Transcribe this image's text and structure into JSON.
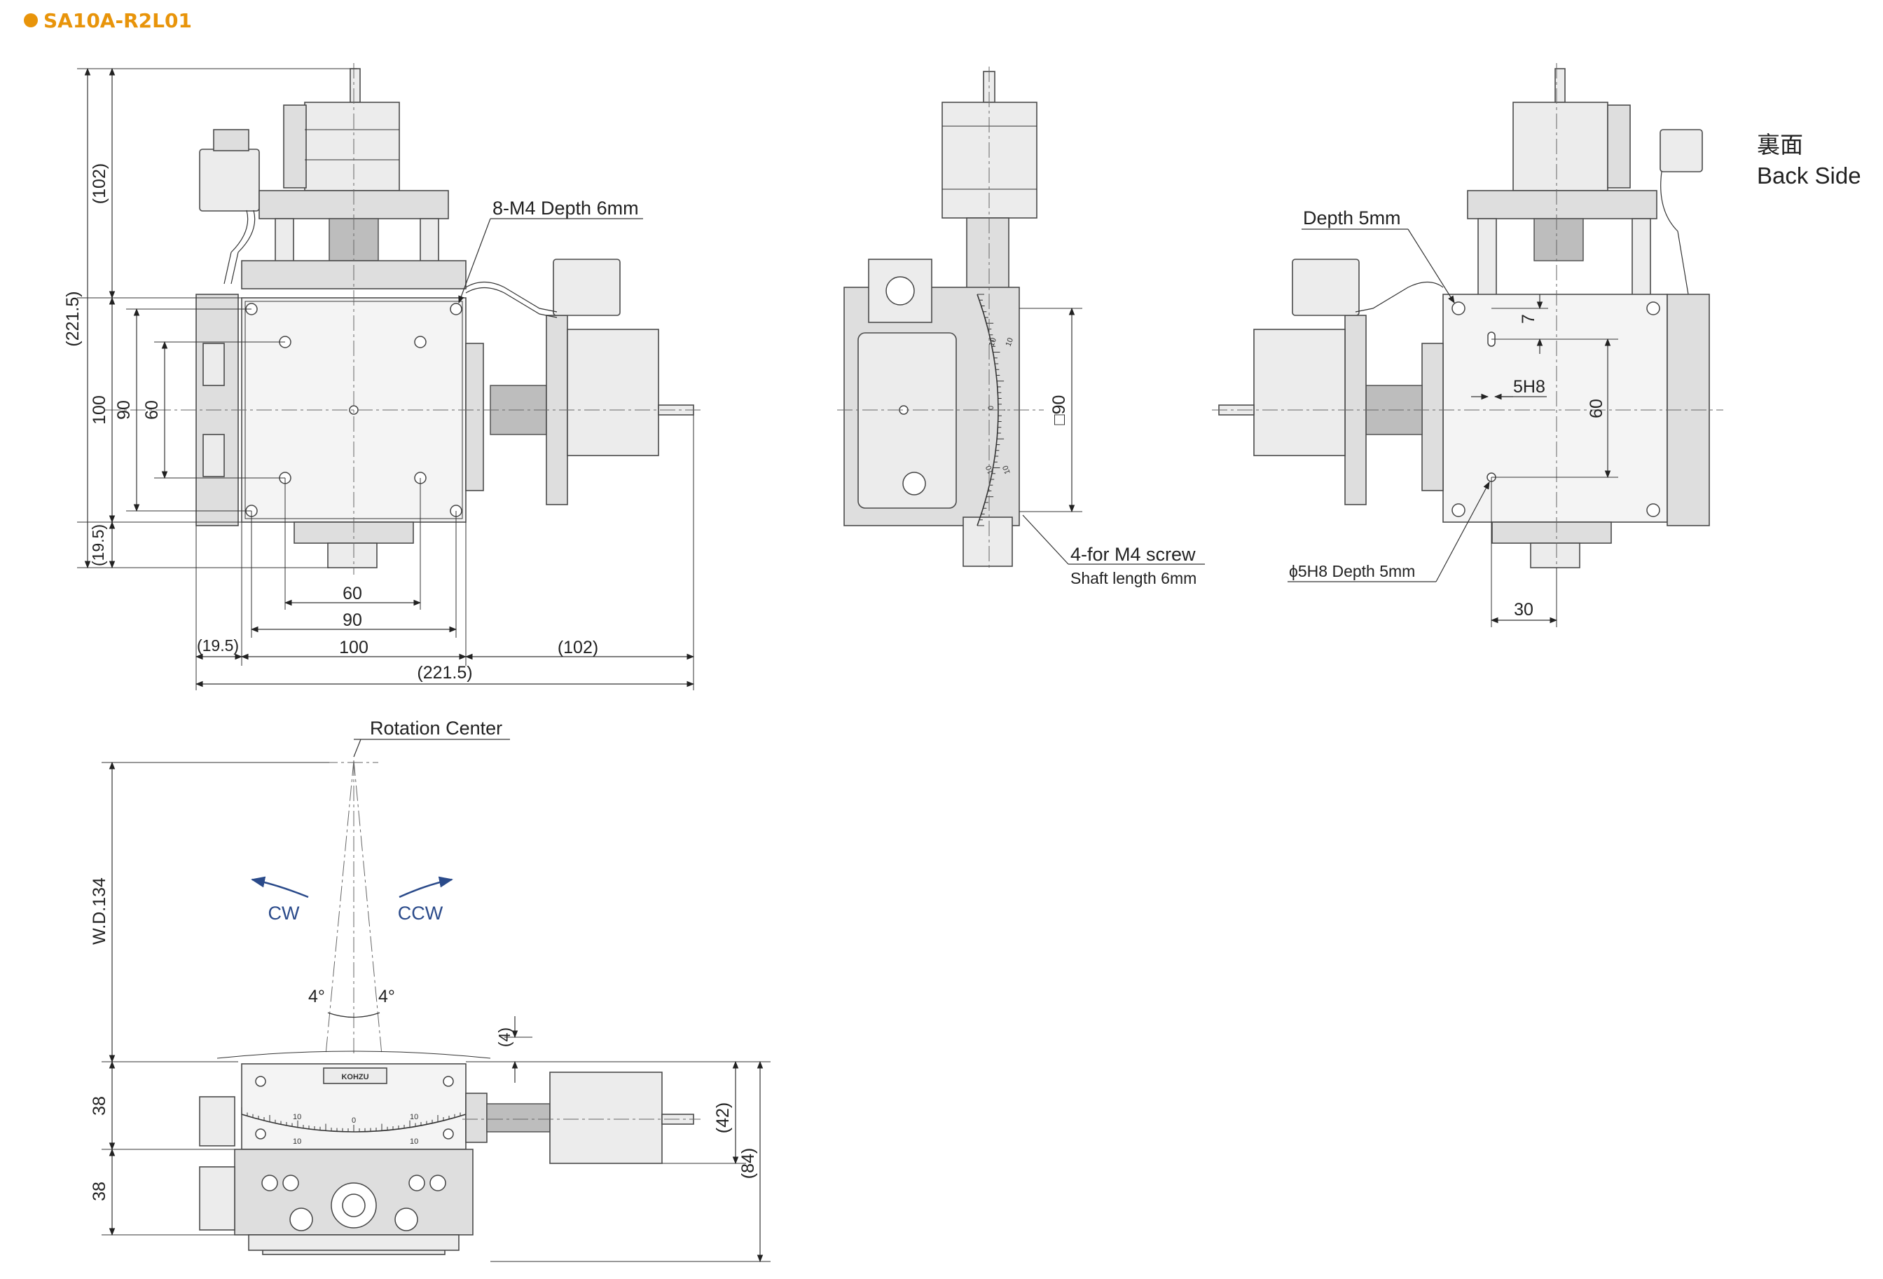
{
  "title": "SA10A-R2L01",
  "top_view": {
    "callout": "8-M4 Depth 6mm",
    "dims": {
      "v_102": "(102)",
      "v_221_5": "(221.5)",
      "v_100": "100",
      "v_90": "90",
      "v_60": "60",
      "v_19_5": "(19.5)",
      "h_60": "60",
      "h_90": "90",
      "h_19_5": "(19.5)",
      "h_100": "100",
      "h_102": "(102)",
      "h_221_5": "(221.5)"
    }
  },
  "side_view": {
    "dim_square90": "□90",
    "callout_line1": "4-for M4 screw",
    "callout_line2": "Shaft length 6mm",
    "scale_labels": [
      "10",
      "10",
      "0",
      "10",
      "10"
    ]
  },
  "back_view": {
    "heading_jp": "裏面",
    "heading_en": "Back Side",
    "callout_depth": "Depth 5mm",
    "callout_hole": "ϕ5H8 Depth 5mm",
    "dim_7": "7",
    "dim_5h8": "5H8",
    "dim_60": "60",
    "dim_30": "30"
  },
  "front_view": {
    "rotation_center": "Rotation Center",
    "cw": "CW",
    "ccw": "CCW",
    "wd": "W.D.134",
    "angle_left": "4°",
    "angle_right": "4°",
    "dim_4": "(4)",
    "dim_38_top": "38",
    "dim_38_bottom": "38",
    "dim_42": "(42)",
    "dim_84": "(84)",
    "brand": "KOHZU",
    "scale_labels": [
      "10",
      "10",
      "0",
      "10",
      "10"
    ]
  },
  "colors": {
    "title": "#e8940a",
    "arrows": "#2a4a8a"
  }
}
